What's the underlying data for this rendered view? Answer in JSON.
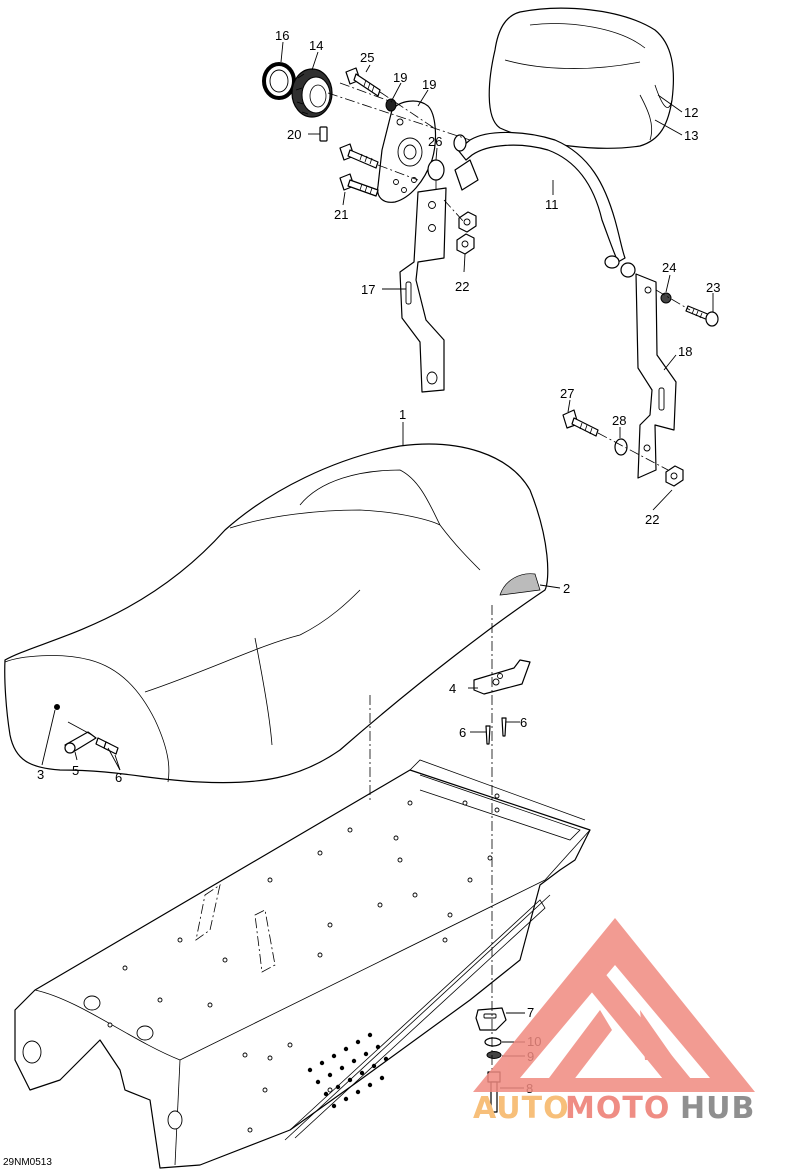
{
  "diagram": {
    "drawing_code": "29NM0513",
    "callouts": [
      "1",
      "2",
      "3",
      "4",
      "5",
      "6",
      "6",
      "6",
      "7",
      "8",
      "9",
      "10",
      "11",
      "12",
      "13",
      "14",
      "16",
      "17",
      "18",
      "19",
      "19",
      "20",
      "21",
      "22",
      "22",
      "23",
      "24",
      "25",
      "26",
      "27",
      "28"
    ]
  },
  "watermark": {
    "part1": "AUTO",
    "part2": "MOTO",
    "part3": "HUB",
    "colors": {
      "auto": "#f7bf7a",
      "moto": "#ef8d84",
      "hub": "#8f8f8f",
      "triangle": "#f08a80"
    }
  }
}
